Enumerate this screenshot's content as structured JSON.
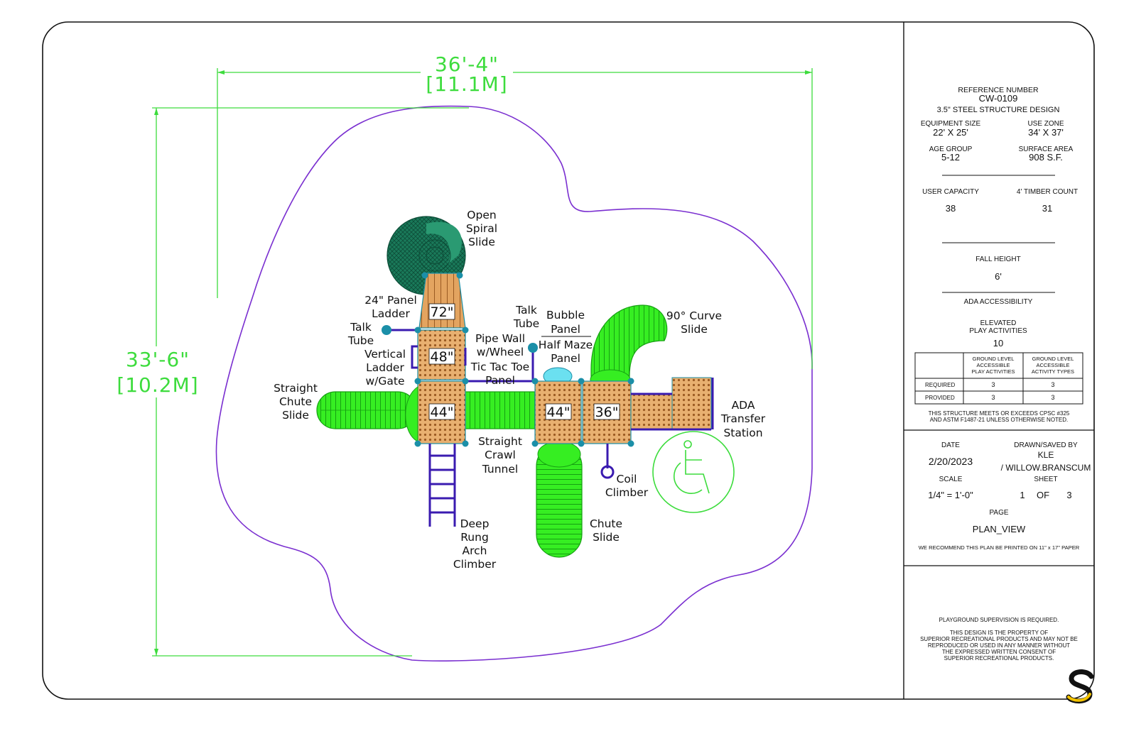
{
  "colors": {
    "surface_border": "#7a2fd0",
    "dimension": "#3ddc3d",
    "slide_green": "#33ee22",
    "spiral_green": "#1a7a5a",
    "deck_orange": "#e0a060",
    "deck_dot": "#a05a20",
    "frame_blue": "#3a1bb0",
    "post_teal": "#1b8fa8",
    "ada_green": "#3ddc3d",
    "logo_yellow": "#f2c200"
  },
  "dimensions": {
    "width_ft": "36'-4\"",
    "width_m": "[11.1M]",
    "height_ft": "33'-6\"",
    "height_m": "[10.2M]"
  },
  "decks": [
    "72\"",
    "48\"",
    "44\"",
    "44\"",
    "36\""
  ],
  "labels": {
    "open_spiral": [
      "Open",
      "Spiral",
      "Slide"
    ],
    "panel_ladder": [
      "24\" Panel",
      "Ladder"
    ],
    "talk_tube_left": [
      "Talk",
      "Tube"
    ],
    "vertical_ladder": [
      "Vertical",
      "Ladder",
      "w/Gate"
    ],
    "straight_chute": [
      "Straight",
      "Chute",
      "Slide"
    ],
    "pipe_wall": [
      "Pipe Wall",
      "w/Wheel"
    ],
    "tic_tac_toe": [
      "Tic Tac Toe",
      "Panel"
    ],
    "talk_tube_right": [
      "Talk",
      "Tube"
    ],
    "bubble_panel": [
      "Bubble",
      "Panel"
    ],
    "half_maze": [
      "Half Maze",
      "Panel"
    ],
    "curve_slide": [
      "90° Curve",
      "Slide"
    ],
    "ada_transfer": [
      "ADA",
      "Transfer",
      "Station"
    ],
    "crawl_tunnel": [
      "Straight",
      "Crawl",
      "Tunnel"
    ],
    "coil_climber": [
      "Coil",
      "Climber"
    ],
    "chute_slide": [
      "Chute",
      "Slide"
    ],
    "arch_climber": [
      "Deep",
      "Rung",
      "Arch",
      "Climber"
    ]
  },
  "title_block": {
    "reference_label": "REFERENCE NUMBER",
    "reference_number": "CW-0109",
    "design": "3.5\" STEEL STRUCTURE DESIGN",
    "equipment_size_label": "EQUIPMENT SIZE",
    "equipment_size": "22' X 25'",
    "use_zone_label": "USE ZONE",
    "use_zone": "34' X 37'",
    "age_group_label": "AGE GROUP",
    "age_group": "5-12",
    "surface_area_label": "SURFACE AREA",
    "surface_area": "908 S.F.",
    "user_capacity_label": "USER CAPACITY",
    "user_capacity": "38",
    "timber_count_label": "4' TIMBER COUNT",
    "timber_count": "31",
    "fall_height_label": "FALL HEIGHT",
    "fall_height": "6'",
    "ada_label": "ADA ACCESSIBILITY",
    "elevated_label": [
      "ELEVATED",
      "PLAY ACTIVITIES"
    ],
    "elevated_count": "10",
    "table": {
      "col1": [
        "GROUND LEVEL",
        "ACCESSIBLE",
        "PLAY ACTIVITIES"
      ],
      "col2": [
        "GROUND LEVEL",
        "ACCESSIBLE",
        "ACTIVITY TYPES"
      ],
      "rows": [
        {
          "label": "REQUIRED",
          "a": "3",
          "b": "3"
        },
        {
          "label": "PROVIDED",
          "a": "3",
          "b": "3"
        }
      ]
    },
    "compliance": [
      "THIS STRUCTURE MEETS OR EXCEEDS CPSC #325",
      "AND ASTM F1487-21 UNLESS OTHERWISE NOTED."
    ],
    "date_label": "DATE",
    "date": "2/20/2023",
    "drawn_label": "DRAWN/SAVED BY",
    "drawn_by": [
      "KLE",
      "/ WILLOW.BRANSCUM"
    ],
    "scale_label": "SCALE",
    "scale": "1/4\" = 1'-0\"",
    "sheet_label": "SHEET",
    "sheet": [
      "1",
      "OF",
      "3"
    ],
    "page_label": "PAGE",
    "page": "PLAN_VIEW",
    "print_note": "WE RECOMMEND THIS PLAN BE PRINTED ON 11\" x 17\" PAPER",
    "supervision": "PLAYGROUND SUPERVISION IS REQUIRED.",
    "property": [
      "THIS DESIGN IS THE PROPERTY OF",
      "SUPERIOR RECREATIONAL PRODUCTS AND MAY NOT BE",
      "REPRODUCED OR USED IN ANY MANNER WITHOUT",
      "THE EXPRESSED WRITTEN CONSENT OF",
      "SUPERIOR RECREATIONAL PRODUCTS."
    ]
  }
}
